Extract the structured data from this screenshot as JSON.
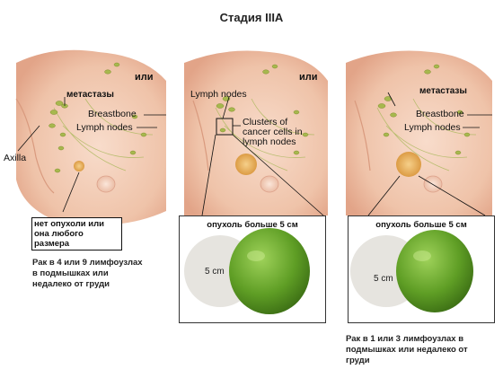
{
  "title": "Стадия IIIA",
  "or_label": "или",
  "panel1": {
    "metastases": "метастазы",
    "breastbone": "Breastbone",
    "lymph_nodes": "Lymph nodes",
    "axilla": "Axilla",
    "box_line1": "нет опухоли или",
    "box_line2": "она любого размера",
    "note_line1": "Рак в 4 или 9 лимфоузлах",
    "note_line2": "в подмышках или",
    "note_line3": "недалеко от груди"
  },
  "panel2": {
    "lymph_nodes": "Lymph nodes",
    "clusters_line1": "Clusters of",
    "clusters_line2": "cancer cells in",
    "clusters_line3": "lymph nodes",
    "size_title": "опухоль больше 5 см",
    "size_label": "5 cm"
  },
  "panel3": {
    "metastases": "метастазы",
    "breastbone": "Breastbone",
    "lymph_nodes": "Lymph nodes",
    "size_title": "опухоль больше 5 см",
    "size_label": "5 cm",
    "note_line1": "Рак в 1 или 3 лимфоузлах в",
    "note_line2": "подмышках или недалеко от",
    "note_line3": "груди"
  },
  "colors": {
    "skin": "#f3cdb6",
    "skin_shade": "#e4a98e",
    "lymph_green": "#9fb04a",
    "tumor": "#e8b060",
    "lime": "#6aa52a",
    "circle_grey": "#e6e4df"
  }
}
